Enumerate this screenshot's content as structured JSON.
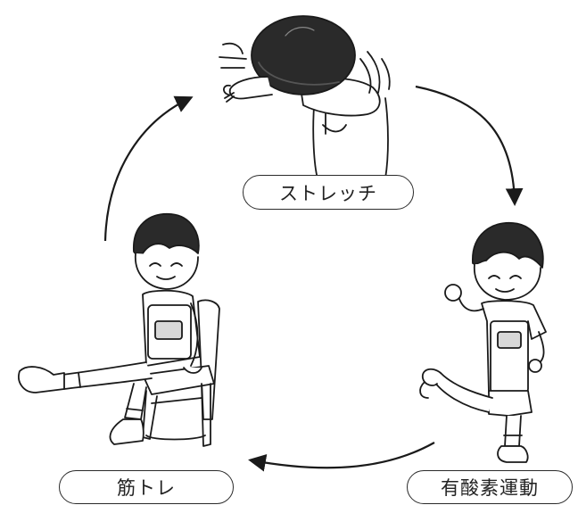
{
  "cycle": {
    "steps": [
      {
        "label": "ストレッチ"
      },
      {
        "label": "有酸素運動"
      },
      {
        "label": "筋トレ"
      }
    ]
  },
  "colors": {
    "line": "#1a1a1a",
    "hair": "#2a2a2a",
    "background": "#ffffff",
    "clothing_shade": "#d8d8d8"
  },
  "icons": [
    "stretching-child",
    "kicking-child",
    "seated-leg-raise-child",
    "cycle-arrow"
  ]
}
